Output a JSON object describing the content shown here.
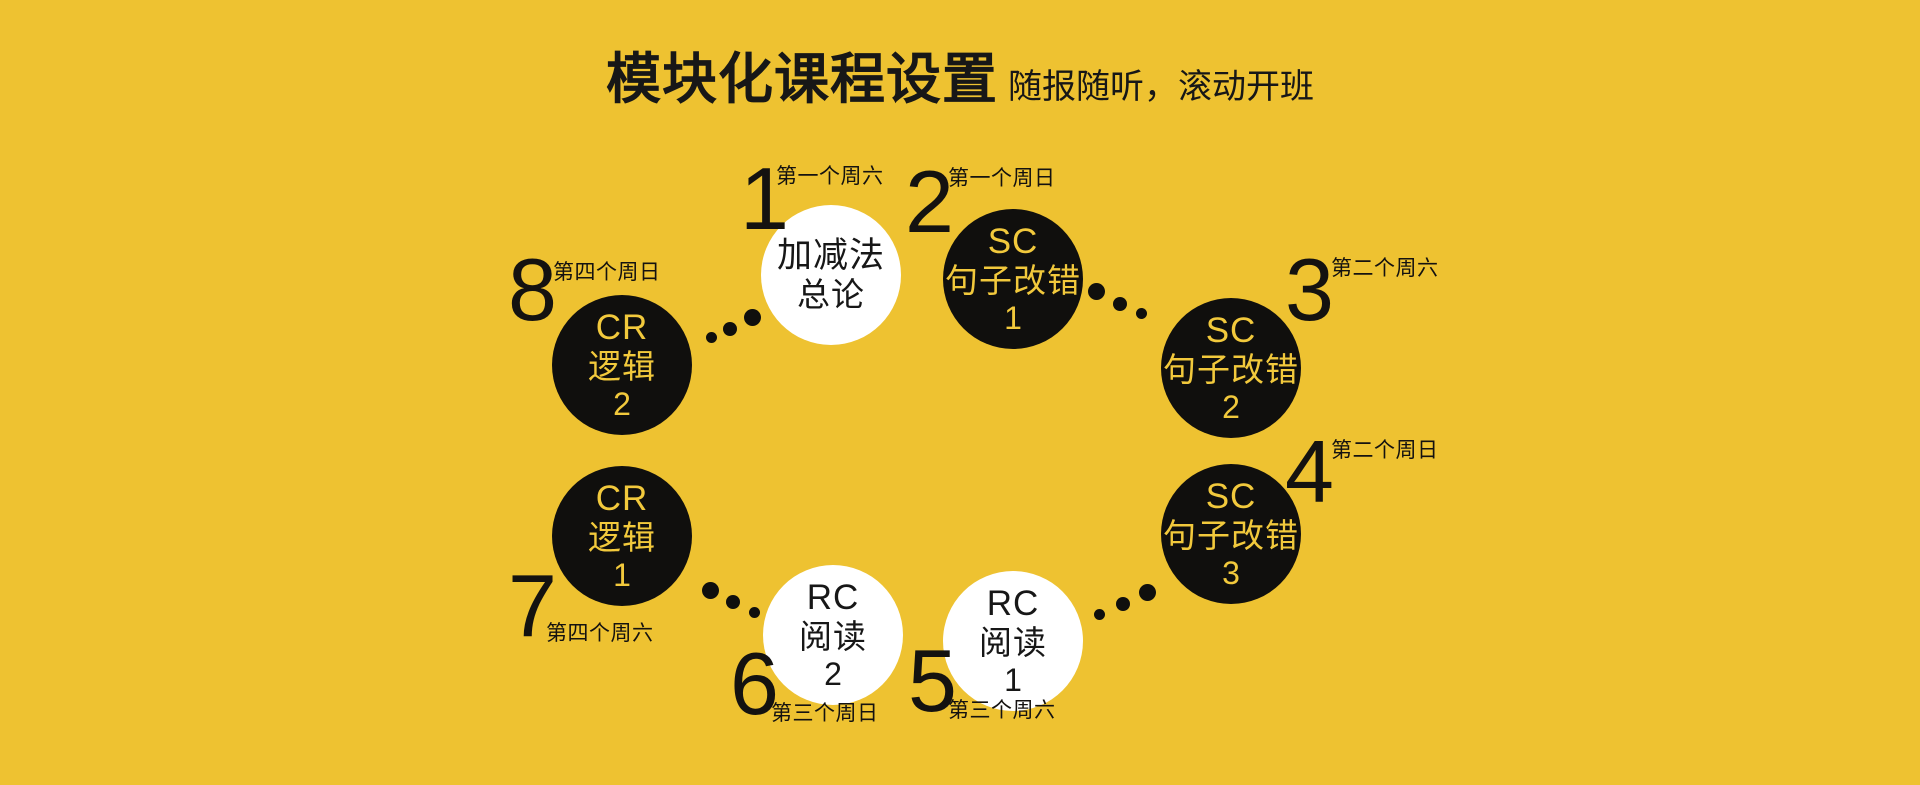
{
  "header": {
    "title": "模块化课程设置",
    "subtitle": "随报随听，滚动开班"
  },
  "colors": {
    "background": "#eec231",
    "dark_node": "#100f0d",
    "light_node": "#ffffff",
    "dark_node_text": "#f2c93c",
    "light_node_text": "#171717",
    "number_text": "#141210",
    "caption_text": "#141210"
  },
  "diagram": {
    "type": "cycle",
    "node_count": 8,
    "nodes": [
      {
        "number": "1",
        "caption": "第一个周六",
        "style": "light",
        "line1": "加减法",
        "line2": "总论",
        "line3": ""
      },
      {
        "number": "2",
        "caption": "第一个周日",
        "style": "dark",
        "line1": "SC",
        "line2": "句子改错",
        "line3": "1"
      },
      {
        "number": "3",
        "caption": "第二个周六",
        "style": "dark",
        "line1": "SC",
        "line2": "句子改错",
        "line3": "2"
      },
      {
        "number": "4",
        "caption": "第二个周日",
        "style": "dark",
        "line1": "SC",
        "line2": "句子改错",
        "line3": "3"
      },
      {
        "number": "5",
        "caption": "第三个周六",
        "style": "light",
        "line1": "RC",
        "line2": "阅读",
        "line3": "1"
      },
      {
        "number": "6",
        "caption": "第三个周日",
        "style": "light",
        "line1": "RC",
        "line2": "阅读",
        "line3": "2"
      },
      {
        "number": "7",
        "caption": "第四个周六",
        "style": "dark",
        "line1": "CR",
        "line2": "逻辑",
        "line3": "1"
      },
      {
        "number": "8",
        "caption": "第四个周日",
        "style": "dark",
        "line1": "CR",
        "line2": "逻辑",
        "line3": "2"
      }
    ]
  }
}
